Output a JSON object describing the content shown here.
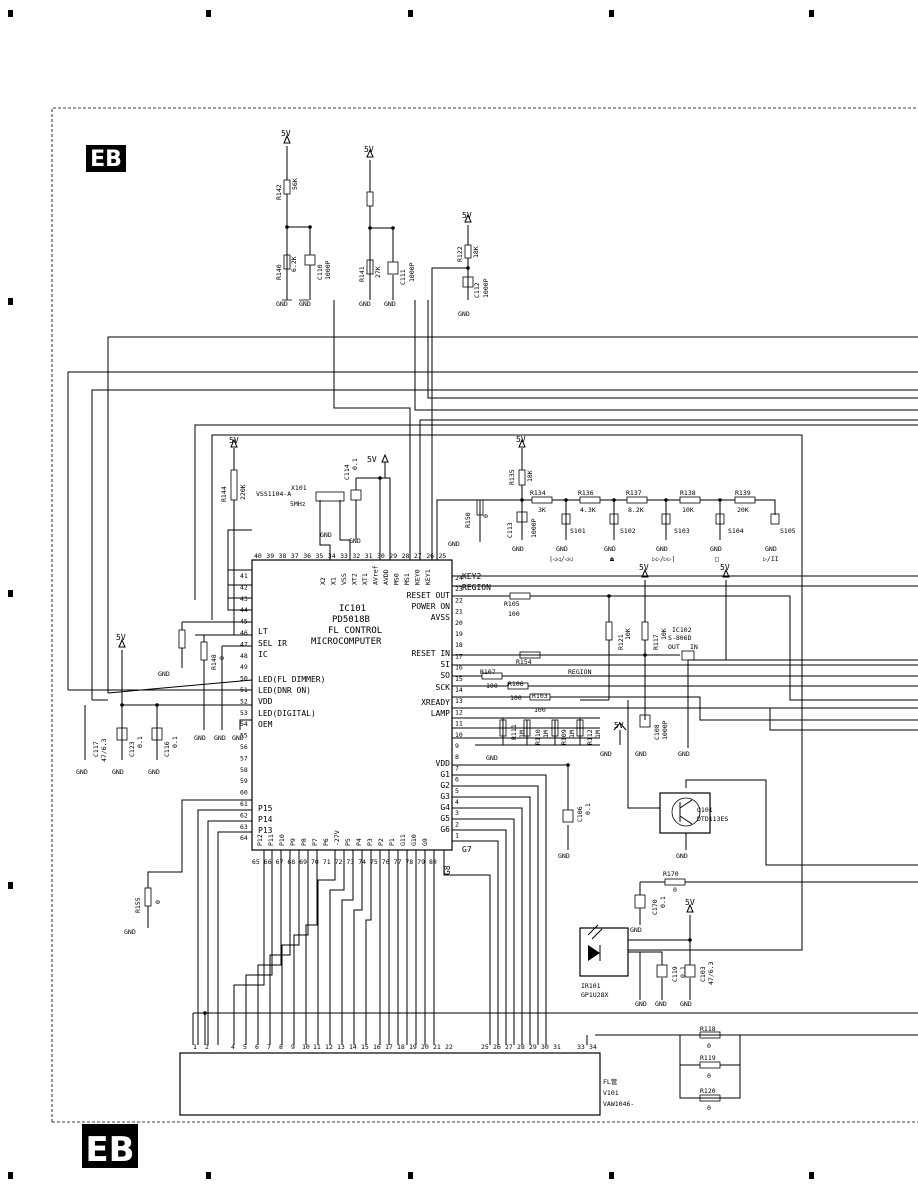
{
  "section_badge": "EB",
  "power": "5V",
  "gnd": "GND",
  "ic101": {
    "ref": "IC101",
    "part": "PD5018B",
    "desc1": "FL CONTROL",
    "desc2": "MICROCOMPUTER",
    "top_pins": [
      "X2",
      "X1",
      "VSS",
      "XT2",
      "XT1",
      "AVref",
      "AVDD",
      "MS0",
      "MS1",
      "KEY0",
      "KEY1"
    ],
    "top_nums": [
      "40",
      "39",
      "38",
      "37",
      "36",
      "35",
      "34",
      "33",
      "32",
      "31",
      "30",
      "29",
      "28",
      "27",
      "26",
      "25"
    ],
    "left_nums": [
      "41",
      "42",
      "43",
      "44",
      "45",
      "46",
      "47",
      "48",
      "49",
      "50",
      "51",
      "52",
      "53",
      "54",
      "55",
      "56",
      "57",
      "58",
      "59",
      "60",
      "61",
      "62",
      "63",
      "64"
    ],
    "left_labels": [
      "LT",
      "SEL IR",
      "IC",
      "LED(FL DIMMER)",
      "LED(DNR ON)",
      "VDD",
      "LED(DIGITAL)",
      "OEM",
      "P15",
      "P14",
      "P13"
    ],
    "right_labels": [
      "KEY2",
      "REGION",
      "RESET OUT",
      "POWER ON",
      "AVSS",
      "RESET IN",
      "SI",
      "SO",
      "SCK",
      "XREADY",
      "LAMP",
      "VDD",
      "G1",
      "G2",
      "G3",
      "G4",
      "G5",
      "G6",
      "G7",
      "G8"
    ],
    "right_nums": [
      "24",
      "23",
      "22",
      "21",
      "20",
      "19",
      "18",
      "17",
      "16",
      "15",
      "14",
      "13",
      "12",
      "11",
      "10",
      "9",
      "8",
      "7",
      "6",
      "5",
      "4",
      "3",
      "2",
      "1"
    ],
    "bottom_pins": [
      "P12",
      "P11",
      "P10",
      "P9",
      "P8",
      "P7",
      "P6",
      "-27V",
      "P5",
      "P4",
      "P3",
      "P2",
      "P1",
      "G11",
      "G10",
      "G9"
    ],
    "bottom_nums": [
      "65",
      "66",
      "67",
      "68",
      "69",
      "70",
      "71",
      "72",
      "73",
      "74",
      "75",
      "76",
      "77",
      "78",
      "79",
      "80"
    ]
  },
  "components": {
    "r142": [
      "R142",
      "56K"
    ],
    "r140": [
      "R140",
      "6.2K"
    ],
    "c110": [
      "C110",
      "1000P"
    ],
    "r141": [
      "R141",
      "27K"
    ],
    "c111": [
      "C111",
      "1000P"
    ],
    "r122": [
      "R122",
      "18K"
    ],
    "c112": [
      "C112",
      "1000P"
    ],
    "x101": [
      "X101",
      "VSS1104-A",
      "5MHz"
    ],
    "c114": [
      "C114",
      "0.1"
    ],
    "r144": [
      "R144",
      "220K"
    ],
    "r150": [
      "R150",
      "0"
    ],
    "r135": [
      "R135",
      "18K"
    ],
    "c113": [
      "C113",
      "1000P"
    ],
    "r134": [
      "R134",
      "3K"
    ],
    "r136": [
      "R136",
      "4.3K"
    ],
    "r137": [
      "R137",
      "8.2K"
    ],
    "r138": [
      "R138",
      "10K"
    ],
    "r139": [
      "R139",
      "20K"
    ],
    "switches": [
      "S101",
      "S102",
      "S103",
      "S104",
      "S105"
    ],
    "r105": [
      "R105",
      "100"
    ],
    "r121": [
      "R121",
      "10K"
    ],
    "r117": [
      "R117",
      "10K"
    ],
    "ic102": [
      "IC102",
      "S-806D",
      "OUT",
      "IN"
    ],
    "r148": [
      "R148",
      "0"
    ],
    "r154": [
      "R154",
      "REGION"
    ],
    "r107": [
      "R107",
      "100"
    ],
    "r106": [
      "R106",
      "100"
    ],
    "r103": [
      "R103",
      "100"
    ],
    "r111": [
      "R111",
      "1M"
    ],
    "r110": [
      "R110",
      "1M"
    ],
    "r109": [
      "R109",
      "1M"
    ],
    "r112": [
      "R112",
      "1M"
    ],
    "c108": [
      "C108",
      "1000P"
    ],
    "c106": [
      "C106",
      "0.1"
    ],
    "q101": [
      "Q101",
      "DTD113ES"
    ],
    "r170": [
      "R170",
      "0"
    ],
    "c170": [
      "C170",
      "0.1"
    ],
    "ir101": [
      "IR101",
      "GP1U28X"
    ],
    "c119": [
      "C119",
      "0.1"
    ],
    "c103": [
      "C103",
      "47/6.3"
    ],
    "c117": [
      "C117",
      "47/6.3"
    ],
    "c123": [
      "C123",
      "0.1"
    ],
    "c116": [
      "C116",
      "0.1"
    ],
    "r155": [
      "R155",
      "0"
    ],
    "r118": [
      "R118",
      "0"
    ],
    "r119": [
      "R119",
      "0"
    ],
    "r120": [
      "R120",
      "0"
    ],
    "v101": [
      "FL管",
      "V101",
      "VAW1046-"
    ]
  },
  "fl_pins": [
    "1",
    "2",
    "4",
    "5",
    "6",
    "7",
    "8",
    "9",
    "10",
    "11",
    "12",
    "13",
    "14",
    "15",
    "16",
    "17",
    "18",
    "19",
    "20",
    "21",
    "22",
    "25",
    "26",
    "27",
    "28",
    "29",
    "30",
    "31",
    "33",
    "34"
  ]
}
